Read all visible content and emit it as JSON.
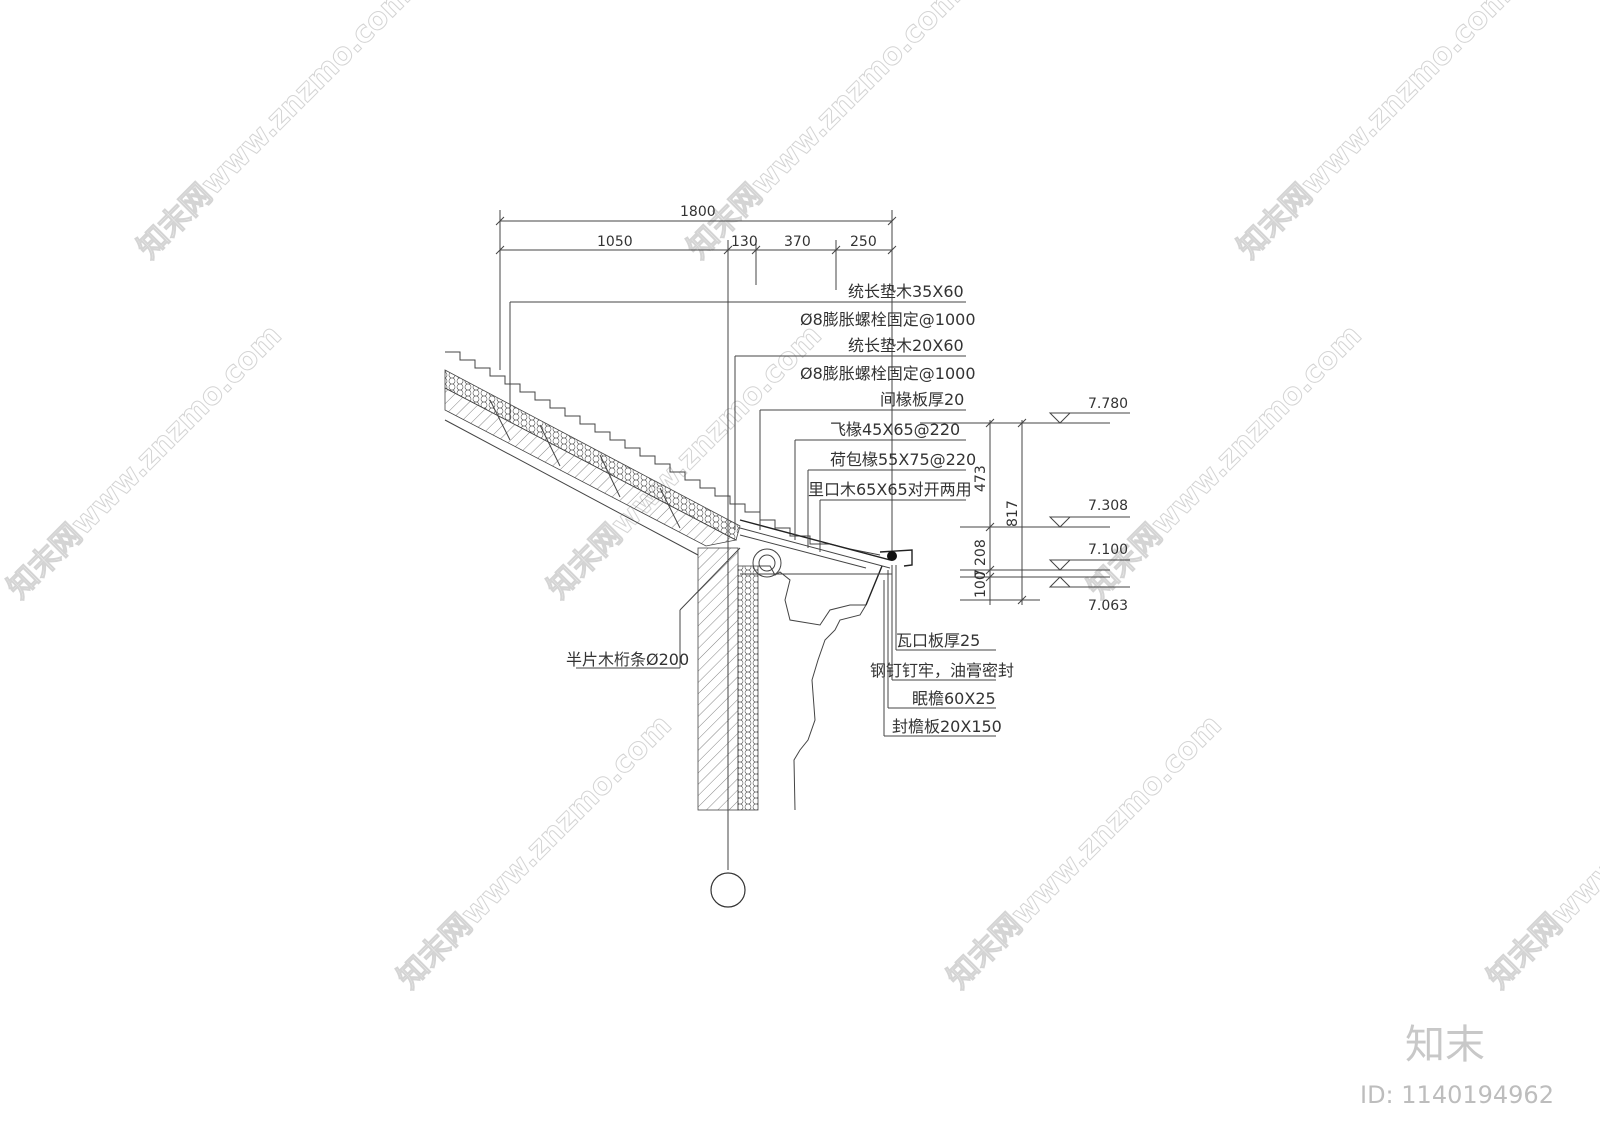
{
  "dimensions": {
    "total": "1800",
    "segments": [
      "1050",
      "130",
      "370",
      "250"
    ],
    "vertical": [
      "473",
      "817",
      "208",
      "100",
      "7"
    ]
  },
  "elevations": [
    "7.780",
    "7.308",
    "7.100",
    "7.063"
  ],
  "labels": {
    "l1": "统长垫木35X60",
    "l2": "Ø8膨胀螺栓固定@1000",
    "l3": "统长垫木20X60",
    "l4": "Ø8膨胀螺栓固定@1000",
    "l5": "间椽板厚20",
    "l6": "飞椽45X65@220",
    "l7": "荷包椽55X75@220",
    "l8": "里口木65X65对开两用",
    "purlin": "半片木桁条Ø200",
    "r1": "瓦口板厚25",
    "r2": "钢钉钉牢，油膏密封",
    "r3": "眠檐60X25",
    "r4": "封檐板20X150"
  },
  "watermark": {
    "text": "知末网www.znzmo.com",
    "brand": "知末",
    "id": "ID: 1140194962"
  }
}
